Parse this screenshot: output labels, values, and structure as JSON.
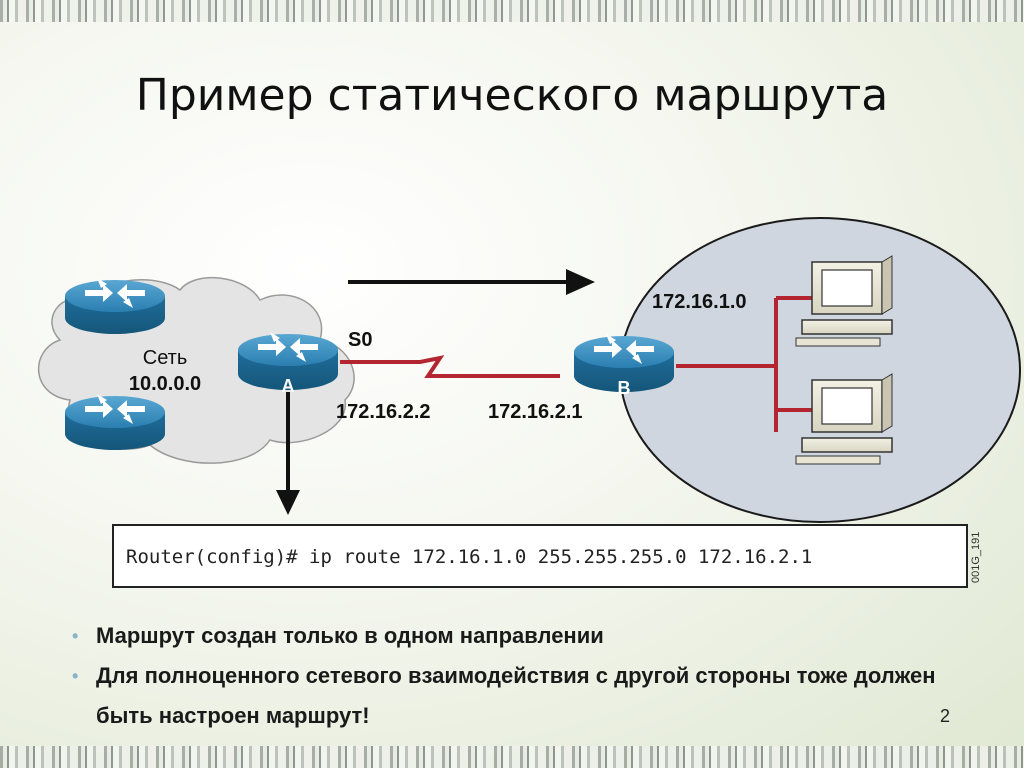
{
  "title": "Пример статического маршрута",
  "diagram": {
    "network_label_line1": "Сеть",
    "network_label_line2": "10.0.0.0",
    "router_a_label": "A",
    "router_b_label": "B",
    "interface_label": "S0",
    "ip_a": "172.16.2.2",
    "ip_b": "172.16.2.1",
    "lan_label": "172.16.1.0",
    "colors": {
      "router": "#2a7fb0",
      "link": "#b32530",
      "cloud": "#e6e6e6",
      "lan_circle": "#cfd6df"
    }
  },
  "command": "Router(config)# ip route 172.16.1.0 255.255.255.0 172.16.2.1",
  "figure_code": "001G_191",
  "bullets": [
    "Маршрут создан только в одном направлении",
    "Для полноценного сетевого взаимодействия с другой стороны тоже должен быть настроен маршрут!"
  ],
  "page_number": "2"
}
